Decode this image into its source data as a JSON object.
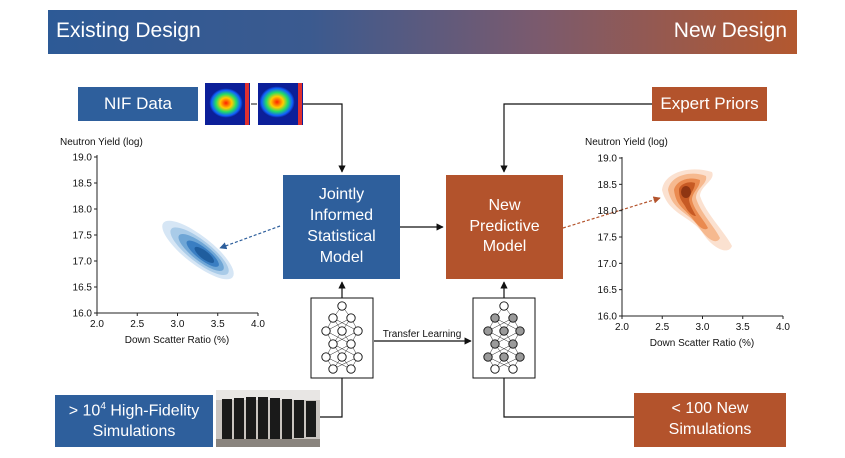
{
  "header": {
    "left_title": "Existing Design",
    "right_title": "New Design"
  },
  "boxes": {
    "nif_data": "NIF Data",
    "expert_priors": "Expert Priors",
    "jointly_informed": "Jointly Informed Statistical Model",
    "new_predictive": "New Predictive Model",
    "high_fidelity_prefix": "> 10",
    "high_fidelity_exp": "4",
    "high_fidelity_suffix": " High-Fidelity",
    "high_fidelity_line2": "Simulations",
    "new_sims_line1": "< 100 New",
    "new_sims_line2": "Simulations"
  },
  "transfer_label": "Transfer Learning",
  "colors": {
    "blue": "#2e5f9c",
    "orange": "#b3532c"
  },
  "left_plot": {
    "ylabel": "Neutron Yield (log)",
    "xlabel": "Down Scatter Ratio (%)",
    "xticks": [
      "2.0",
      "2.5",
      "3.0",
      "3.5",
      "4.0"
    ],
    "yticks": [
      "19.0",
      "18.5",
      "18.0",
      "17.5",
      "17.0",
      "16.5",
      "16.0"
    ]
  },
  "right_plot": {
    "ylabel": "Neutron Yield (log)",
    "xlabel": "Down Scatter Ratio (%)",
    "xticks": [
      "2.0",
      "2.5",
      "3.0",
      "3.5",
      "4.0"
    ],
    "yticks": [
      "19.0",
      "18.5",
      "18.0",
      "17.5",
      "17.0",
      "16.5",
      "16.0"
    ]
  }
}
